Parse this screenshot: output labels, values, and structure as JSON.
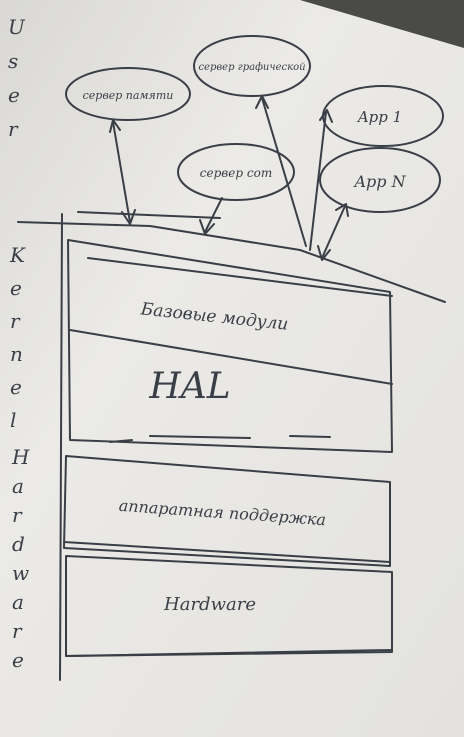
{
  "side_labels": {
    "user": "User",
    "kernel": "Kernel",
    "hardware": "Hardware"
  },
  "bubbles": {
    "server_memory": "сервер памяти",
    "server_graphics": "сервер графической",
    "server_com": "сервер com",
    "app_1": "App 1",
    "app_n": "App N"
  },
  "layers": {
    "base_modules": "Базовые модули",
    "hal": "HAL",
    "hw_support": "аппаратная поддержка",
    "hardware": "Hardware"
  },
  "colors": {
    "board": "#e7e6e3",
    "marker": "#3a3f47"
  }
}
